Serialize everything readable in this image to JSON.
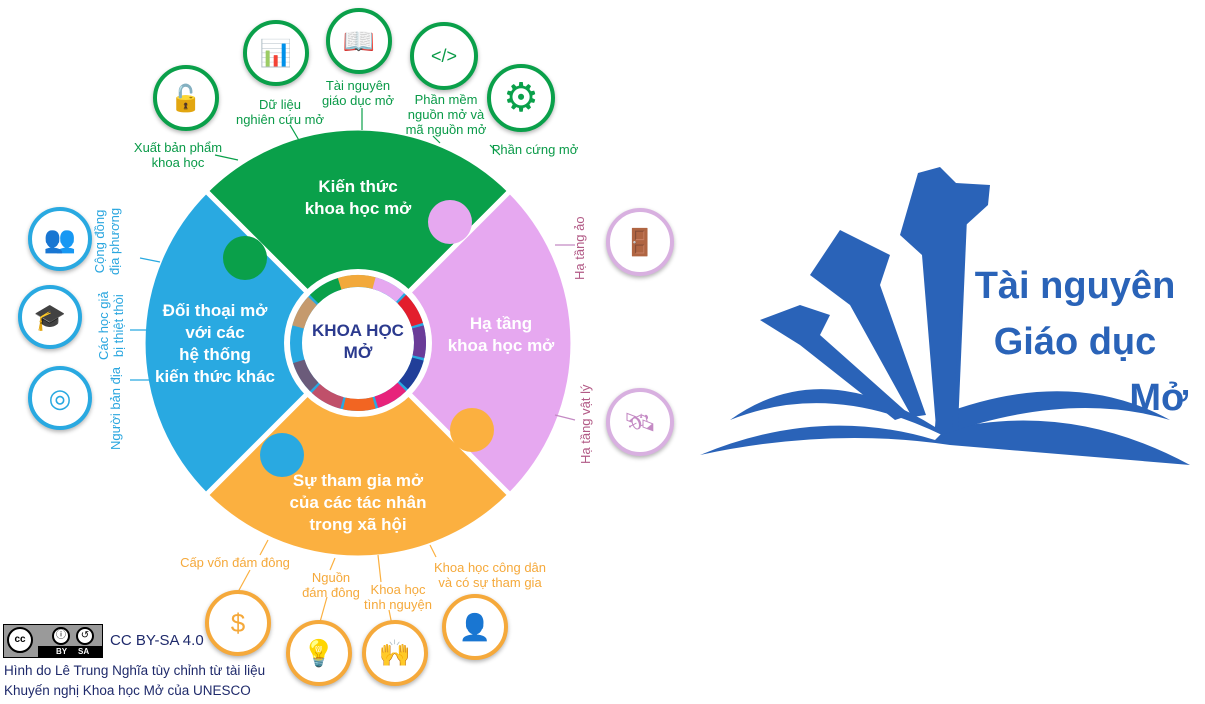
{
  "center": {
    "title_line1": "KHOA HỌC",
    "title_line2": "MỞ"
  },
  "quadrants": {
    "knowledge": {
      "line1": "Kiến thức",
      "line2": "khoa học mở"
    },
    "infrastructure": {
      "line1": "Hạ tầng",
      "line2": "khoa học mở"
    },
    "engagement": {
      "line1": "Sự tham gia mở",
      "line2": "của các tác nhân",
      "line3": "trong xã hội"
    },
    "dialogue": {
      "line1": "Đối thoại mở",
      "line2": "với các",
      "line3": "hệ thống",
      "line4": "kiến thức khác"
    }
  },
  "knowledge_items": [
    {
      "line1": "Xuất bản phẩm",
      "line2": "khoa học",
      "icon": "unlock-icon"
    },
    {
      "line1": "Dữ liệu",
      "line2": "nghiên cứu mở",
      "icon": "data-chart-icon"
    },
    {
      "line1": "Tài nguyên",
      "line2": "giáo dục mở",
      "icon": "open-book-hands-icon"
    },
    {
      "line1": "Phần mềm",
      "line2": "nguồn mở và",
      "line3": "mã nguồn mở",
      "icon": "code-window-icon"
    },
    {
      "line1": "Phần cứng mở",
      "icon": "gear-icon"
    }
  ],
  "infrastructure_items": [
    {
      "label": "Hạ tầng ảo",
      "icon": "door-icon"
    },
    {
      "label": "Hạ tầng vật lý",
      "icon": "satellite-icon"
    }
  ],
  "dialogue_items": [
    {
      "line1": "Cộng đồng",
      "line2": "địa phương",
      "icon": "community-icon"
    },
    {
      "line1": "Các học giả",
      "line2": "bị thiệt thòi",
      "icon": "scholars-icon"
    },
    {
      "label": "Người bản địa",
      "icon": "indigenous-pattern-icon"
    }
  ],
  "engagement_items": [
    {
      "label": "Cấp vốn đám đông",
      "icon": "crowdfunding-icon"
    },
    {
      "line1": "Nguồn",
      "line2": "đám đông",
      "icon": "crowdsourcing-icon"
    },
    {
      "line1": "Khoa học",
      "line2": "tình nguyện",
      "icon": "raised-hands-icon"
    },
    {
      "line1": "Khoa học công dân",
      "line2": "và có sự tham gia",
      "icon": "citizen-icon"
    }
  ],
  "oer_logo": {
    "line1": "Tài nguyên",
    "line2": "Giáo dục",
    "line3": "Mở"
  },
  "license": {
    "badge_by": "BY",
    "badge_sa": "SA",
    "label": "CC BY-SA 4.0"
  },
  "credit": {
    "line1": "Hình do Lê Trung Nghĩa tùy chỉnh từ tài liệu",
    "line2": "Khuyến nghị Khoa học Mở của UNESCO"
  },
  "colors": {
    "green": "#0aa04a",
    "pink": "#e6a8f0",
    "orange": "#fbb040",
    "blue": "#29a9e1",
    "logo_blue": "#2a63b8"
  }
}
